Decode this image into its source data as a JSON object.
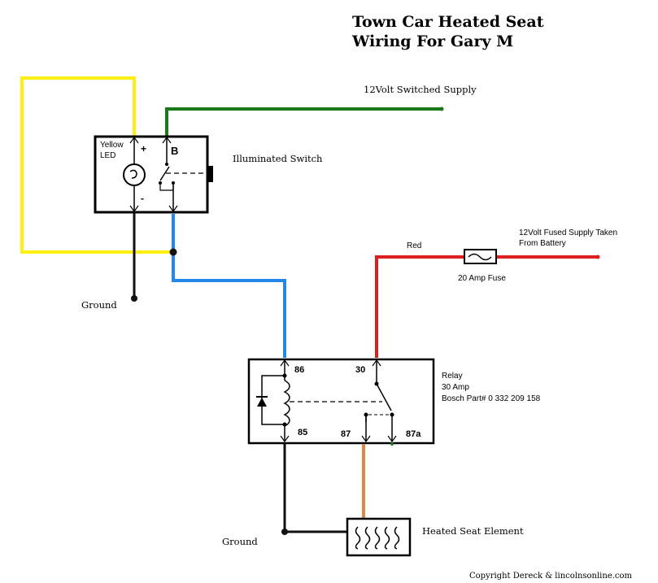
{
  "title": {
    "line1": "Town Car Heated Seat",
    "line2": "Wiring For Gary M"
  },
  "switch": {
    "name": "Illuminated Switch",
    "led_line1": "Yellow",
    "led_line2": "LED",
    "plus": "+",
    "minus": "-",
    "terminal_b": "B"
  },
  "supply": {
    "switched": "12Volt Switched Supply",
    "fused_line1": "12Volt Fused Supply Taken",
    "fused_line2": "From Battery",
    "wire_color_label": "Red",
    "fuse_label": "20 Amp Fuse"
  },
  "ground": {
    "upper": "Ground",
    "lower": "Ground"
  },
  "relay": {
    "line1": "Relay",
    "line2": "30 Amp",
    "line3": "Bosch Part# 0 332 209 158",
    "pin86": "86",
    "pin85": "85",
    "pin30": "30",
    "pin87": "87",
    "pin87a": "87a"
  },
  "element": {
    "label": "Heated Seat Element"
  },
  "copyright": "Copyright Dereck & lincolnsonline.com",
  "colors": {
    "yellow_wire": "#ffee11",
    "green_wire": "#1a7a1a",
    "blue_wire": "#2288ee",
    "red_wire": "#dd1f1f",
    "orange_wire": "#dd8844",
    "black_wire": "#111111"
  }
}
